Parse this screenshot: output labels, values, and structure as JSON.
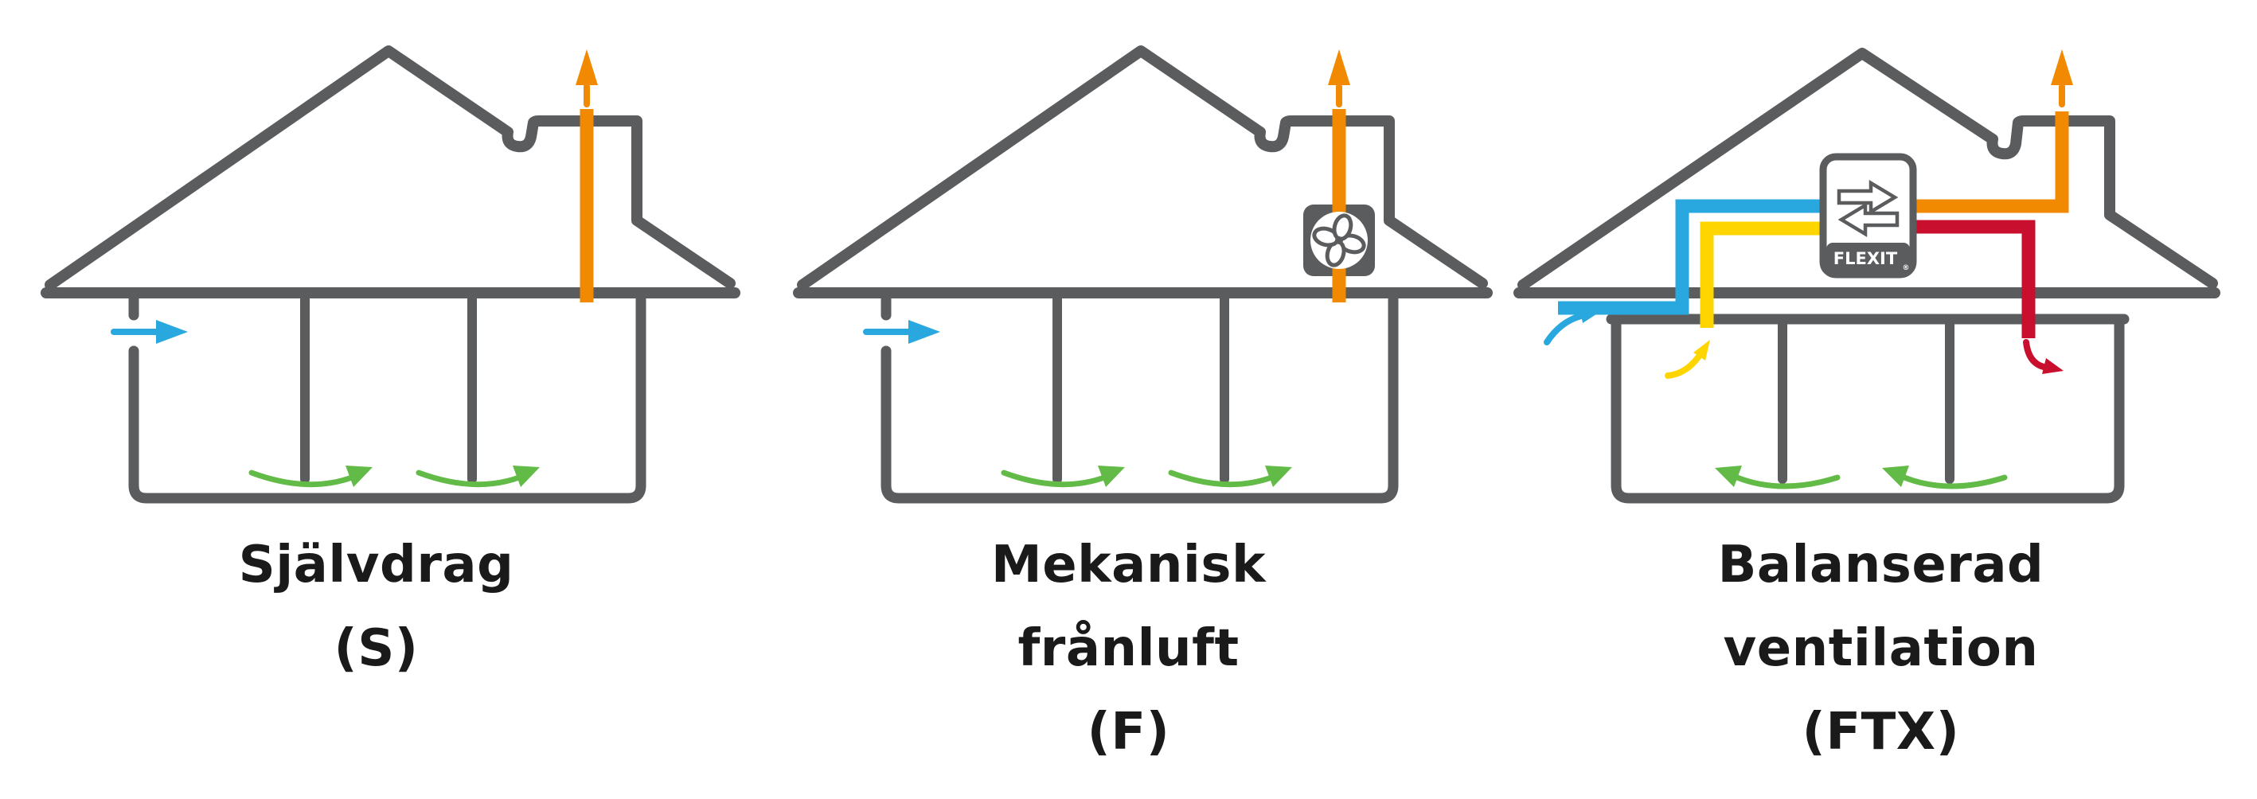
{
  "panels": [
    {
      "id": "sjalvdrag",
      "label_lines": [
        "Självdrag",
        "(S)"
      ],
      "arrows": {
        "exhaust": "orange-up-through-chimney",
        "intake": "blue-right-through-wall",
        "room_airflow": "green-right-under-partitions"
      }
    },
    {
      "id": "mekanisk-franluft",
      "label_lines": [
        "Mekanisk",
        "frånluft",
        "(F)"
      ],
      "arrows": {
        "exhaust": "orange-up-through-chimney",
        "intake": "blue-right-through-wall",
        "room_airflow": "green-right-under-partitions"
      },
      "fan_unit": "exhaust-fan-on-duct"
    },
    {
      "id": "balanserad-ventilation",
      "label_lines": [
        "Balanserad",
        "ventilation",
        "(FTX)"
      ],
      "unit_label": "FLEXIT",
      "unit_reg_mark": "®",
      "arrows": {
        "exhaust": "orange-up-through-chimney",
        "outdoor_intake": "blue-curved-at-eave",
        "supply_to_room": "yellow-curved-down-from-duct",
        "extract_from_room": "red-curved-into-duct",
        "room_airflow": "green-left-under-partitions"
      }
    }
  ],
  "colors": {
    "gray": "#5B5C5E",
    "orange": "#F18A00",
    "blue": "#29A8E0",
    "green": "#62BB46",
    "yellow": "#FFD500",
    "red": "#C8102E",
    "text": "#1A1A1A",
    "white": "#FFFFFF"
  }
}
